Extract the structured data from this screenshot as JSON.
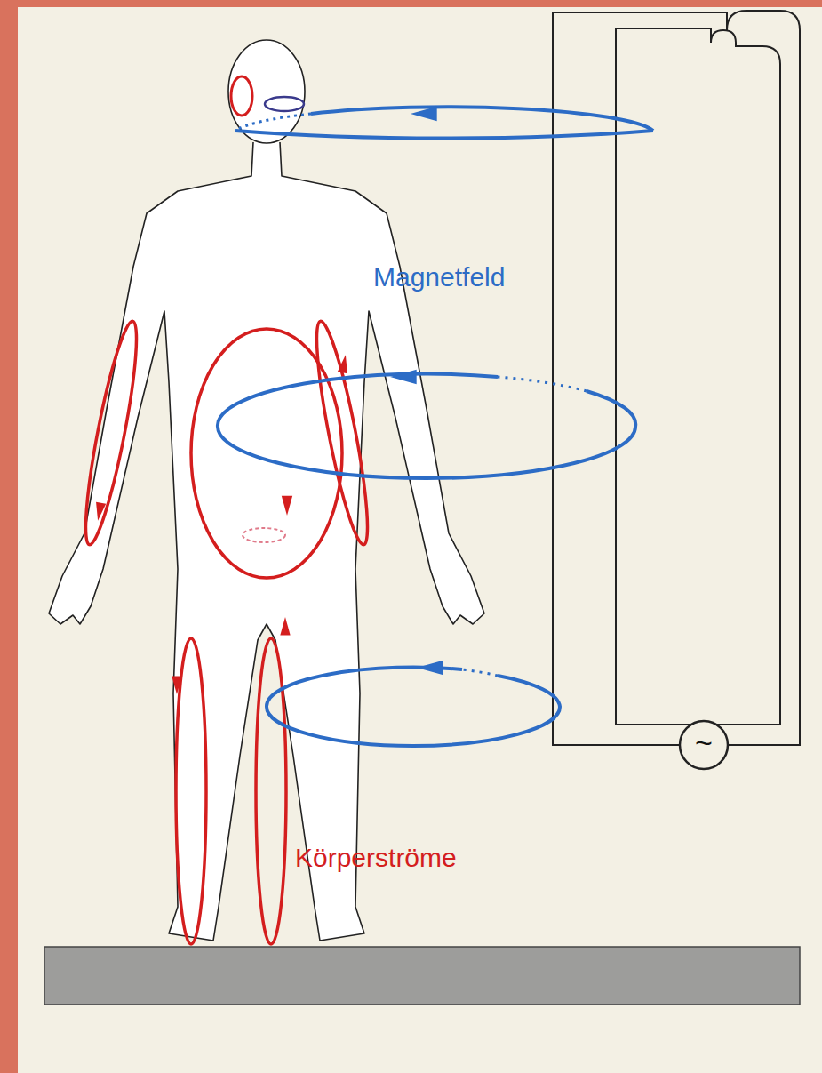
{
  "diagram": {
    "labels": [
      "Magnetfeld",
      "Körperströme",
      "~"
    ]
  }
}
